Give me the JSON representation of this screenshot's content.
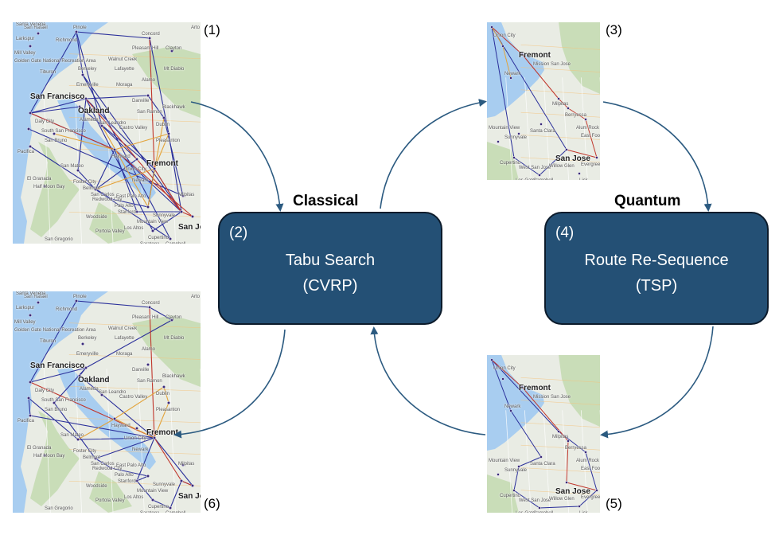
{
  "colors": {
    "box_fill": "#245075",
    "arrow": "#2b5a80",
    "route_blue": "#2a2f9a",
    "route_red": "#c0362c",
    "route_orange": "#e3a33a",
    "water": "#a8cdf0",
    "land": "#e9ece4",
    "park": "#c9ddb8"
  },
  "boxes": {
    "classical": {
      "step": "(2)",
      "title": "Tabu Search",
      "subtitle": "(CVRP)"
    },
    "quantum": {
      "step": "(4)",
      "title": "Route Re-Sequence",
      "subtitle": "(TSP)"
    }
  },
  "phases": {
    "classical": "Classical",
    "quantum": "Quantum"
  },
  "panel_numbers": {
    "p1": "(1)",
    "p3": "(3)",
    "p5": "(5)",
    "p6": "(6)"
  },
  "maps": {
    "bay": {
      "cities": {
        "san_francisco": "San Francisco",
        "oakland": "Oakland",
        "fremont": "Fremont",
        "san_jose": "San Jose",
        "concord": "Concord",
        "pinole": "Pinole",
        "clayton": "Clayton",
        "san_rafael": "San Rafael",
        "daly_city": "Daly City",
        "south_san_francisco": "South San Francisco",
        "san_mateo": "San Mateo",
        "pacifica": "Pacifica",
        "hayward": "Hayward",
        "san_leandro": "San Leandro",
        "dublin": "Dublin",
        "pleasanton": "Pleasanton",
        "danville": "Danville",
        "blackhawk": "Blackhawk",
        "palo_alto": "Palo Alto",
        "redwood_city": "Redwood City",
        "half_moon_bay": "Half Moon Bay",
        "el_granada": "El Granada",
        "mountain_view": "Mountain View",
        "cupertino": "Cupertino",
        "campbell": "Campbell",
        "walnut_creek": "Walnut Creek",
        "berkeley": "Berkeley",
        "alameda": "Alameda",
        "emeryville": "Emeryville",
        "san_ramon": "San Ramon",
        "union_city": "Union City",
        "san_gregorio": "San Gregorio",
        "portola_valley": "Portola Valley",
        "woodside": "Woodside",
        "east_palo_alto": "East Palo Alto",
        "mill_valley": "Mill Valley",
        "stanford": "Stanford",
        "santa_venetia": "Santa Venetia",
        "pleasant_hill": "Pleasant Hill",
        "lafayette": "Lafayette",
        "moraga": "Moraga",
        "castro_valley": "Castro Valley",
        "newark": "Newark",
        "milpitas": "Milpitas",
        "sunnyvale": "Sunnyvale",
        "mt_diablo": "Mt Diablo",
        "golden_gate": "Golden Gate National Recreation Area",
        "alamo": "Alamo",
        "san_bruno": "San Bruno",
        "foster_city": "Foster City",
        "belmont": "Belmont",
        "san_carlos": "San Carlos",
        "los_altos": "Los Altos",
        "saratoga": "Saratoga",
        "arto": "Arto",
        "larkspur": "Larkspur",
        "tiburon": "Tiburon",
        "richmond": "Richmond"
      }
    },
    "south": {
      "cities": {
        "fremont": "Fremont",
        "san_jose": "San Jose",
        "union_city": "Union City",
        "newark": "Newark",
        "milpitas": "Milpitas",
        "sunnyvale": "Sunnyvale",
        "santa_clara": "Santa Clara",
        "cupertino": "Cupertino",
        "campbell": "Campbell",
        "los_gatos": "Los Gatos",
        "mountain_view": "Mountain View",
        "alum_rock": "Alum Rock",
        "berryessa": "Berryessa",
        "evergreen": "Evergreen",
        "east_foothills": "East Foothills",
        "west_san_jose": "West San Jose",
        "willow_glen": "Willow Glen",
        "lick": "Lick",
        "mission_san_jose": "Mission San Jose"
      }
    }
  }
}
